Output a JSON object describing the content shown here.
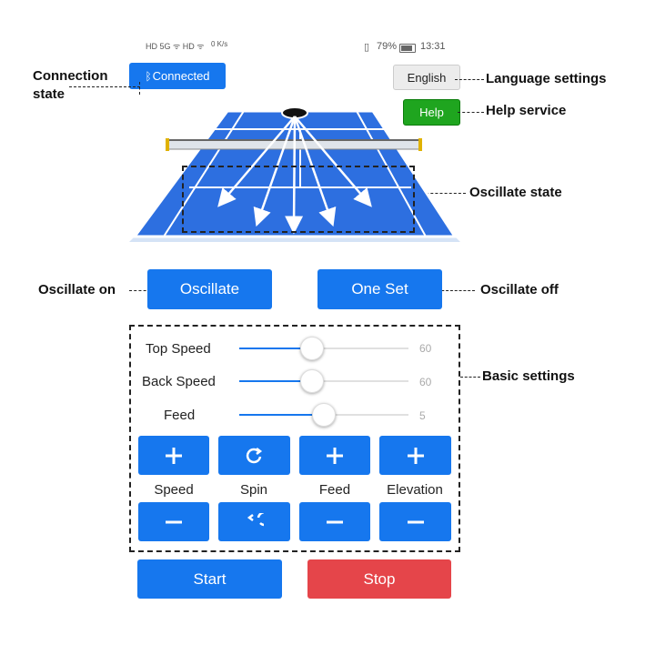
{
  "status_bar": {
    "network": "HD 5G ᯤ HD ᯤ",
    "speed": "0 K/s",
    "battery": "79%",
    "time": "13:31"
  },
  "header": {
    "connection_label": "Connected",
    "language_label": "English",
    "help_label": "Help"
  },
  "annotations": {
    "connection": "Connection\nstate",
    "language": "Language settings",
    "help": "Help service",
    "oscillate_state": "Oscillate state",
    "oscillate_on": "Oscillate on",
    "oscillate_off": "Oscillate off",
    "basic": "Basic settings"
  },
  "modes": {
    "oscillate": "Oscillate",
    "one_set": "One Set"
  },
  "sliders": [
    {
      "label": "Top Speed",
      "value": "60",
      "level": 0.5
    },
    {
      "label": "Back Speed",
      "value": "60",
      "level": 0.5
    },
    {
      "label": "Feed",
      "value": "5",
      "level": 0.5
    }
  ],
  "controls": {
    "speed": "Speed",
    "spin": "Spin",
    "feed": "Feed",
    "elevation": "Elevation"
  },
  "actions": {
    "start": "Start",
    "stop": "Stop"
  },
  "colors": {
    "primary": "#1677ee",
    "help": "#1fa51f",
    "stop": "#e5454a",
    "court": "#2d6fe0"
  }
}
